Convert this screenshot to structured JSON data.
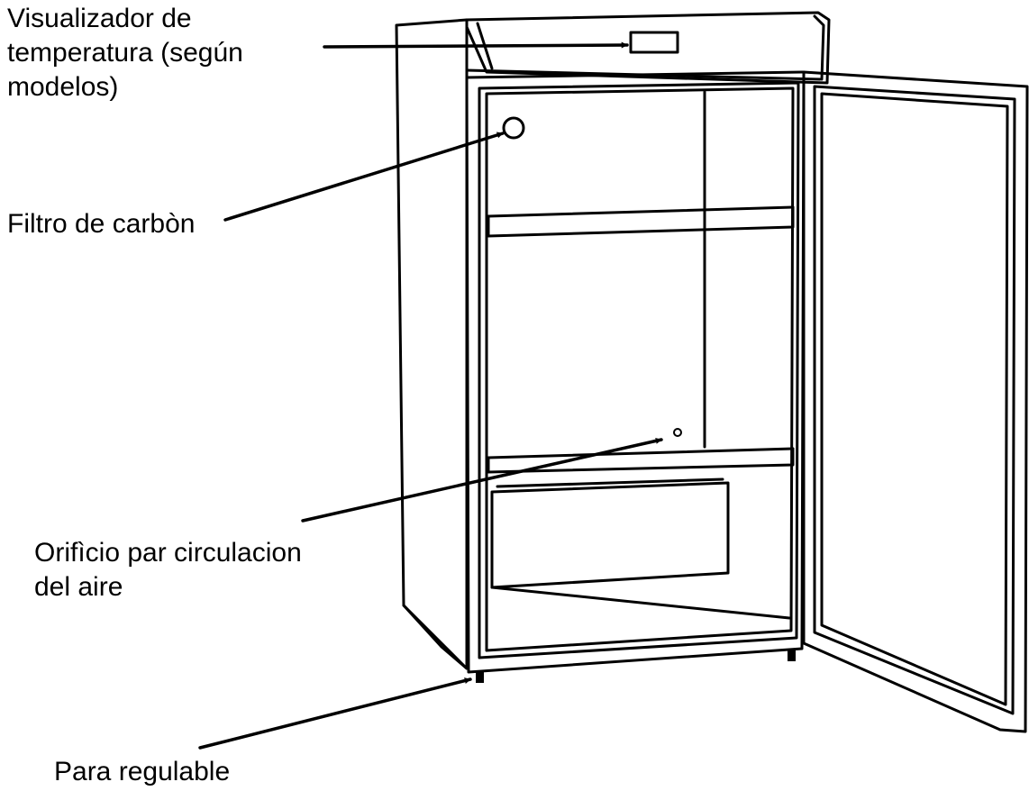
{
  "labels": {
    "display": [
      "Visualizador de",
      "temperatura (según",
      "modelos)"
    ],
    "filter": [
      "Filtro de carbòn"
    ],
    "air_hole": [
      "Orifìcio par circulacion",
      "del aire"
    ],
    "foot": [
      "Para regulable"
    ]
  },
  "colors": {
    "line": "#000000",
    "background": "#ffffff"
  }
}
